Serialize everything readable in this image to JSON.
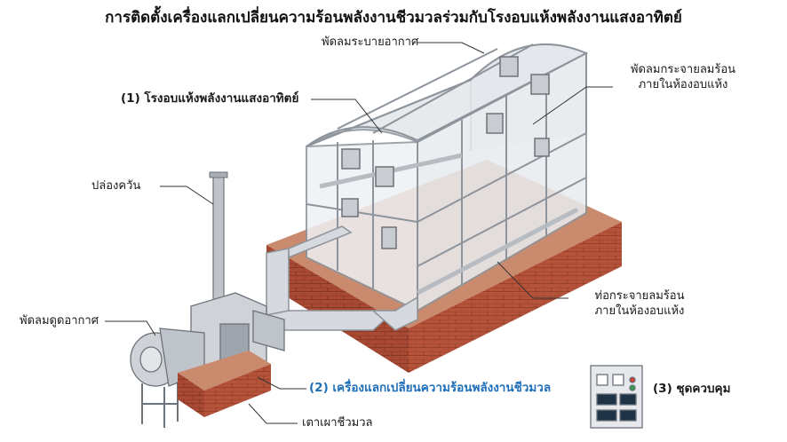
{
  "title": "การติดตั้งเครื่องแลกเปลี่ยนความร้อนพลังงานชีวมวลร่วมกับโรงอบแห้งพลังงานแสงอาทิตย์",
  "labels": {
    "exhaust_fan": "พัดลมระบายอากาศ",
    "circulation_fan_line1": "พัดลมกระจายลมร้อน",
    "circulation_fan_line2": "ภายในห้องอบแห้ง",
    "solar_dryer": "(1) โรงอบแห้งพลังงานแสงอาทิตย์",
    "chimney": "ปล่องควัน",
    "duct_line1": "ท่อกระจายลมร้อน",
    "duct_line2": "ภายในห้องอบแห้ง",
    "intake_fan": "พัดลมดูดอากาศ",
    "heat_exchanger": "(2) เครื่องแลกเปลี่ยนความร้อนพลังงานชีวมวล",
    "control_set": "(3) ชุดควบคุม",
    "furnace": "เตาเผาชีวมวล"
  },
  "colors": {
    "accent_blue": "#1f6fb8",
    "brick": "#b5533a",
    "brick_dark": "#8e3b27",
    "metal": "#c9ccd1",
    "glass": "#eef1f4"
  }
}
